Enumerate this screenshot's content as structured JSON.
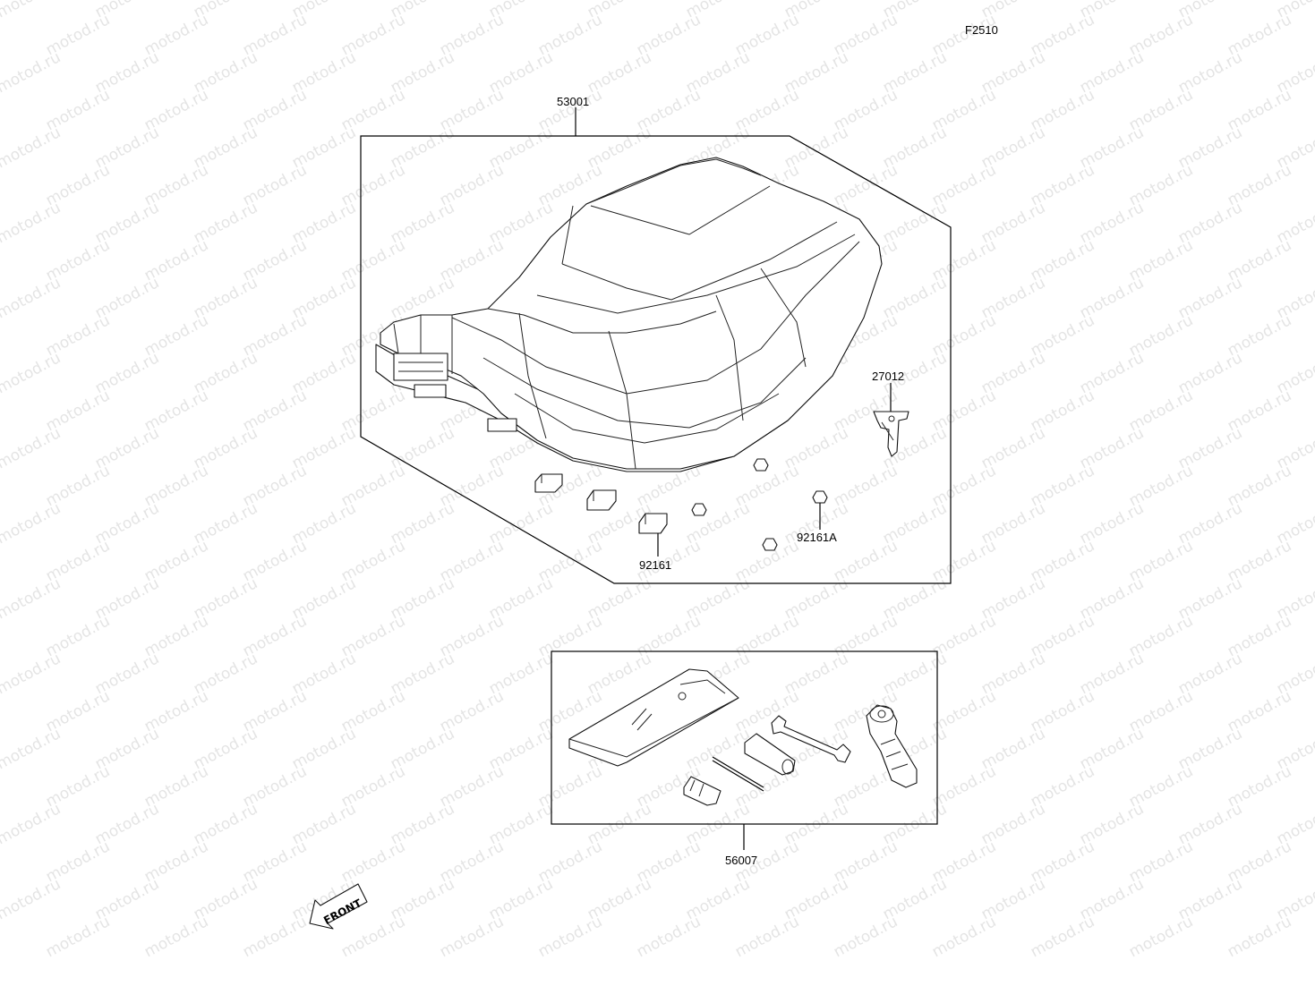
{
  "diagram": {
    "figure_code": "F2510",
    "watermark_text": "motod.ru",
    "front_label": "FRONT",
    "parts": {
      "seat_assembly": "53001",
      "hook": "27012",
      "damper_small": "92161A",
      "damper": "92161",
      "tool_kit": "56007"
    }
  },
  "colors": {
    "line": "#000000",
    "watermark": "#cfcfcf",
    "background": "#ffffff"
  }
}
